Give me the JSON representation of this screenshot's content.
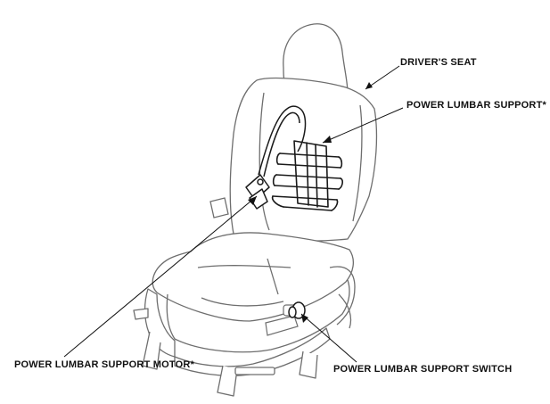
{
  "labels": {
    "drivers_seat": "DRIVER'S SEAT",
    "lumbar_support": "POWER LUMBAR SUPPORT*",
    "lumbar_motor": "POWER LUMBAR SUPPORT MOTOR*",
    "lumbar_switch": "POWER LUMBAR SUPPORT SWITCH"
  },
  "colors": {
    "outline": "#6e6e6e",
    "component": "#1a1a1a",
    "leader": "#111111",
    "background": "#ffffff"
  }
}
